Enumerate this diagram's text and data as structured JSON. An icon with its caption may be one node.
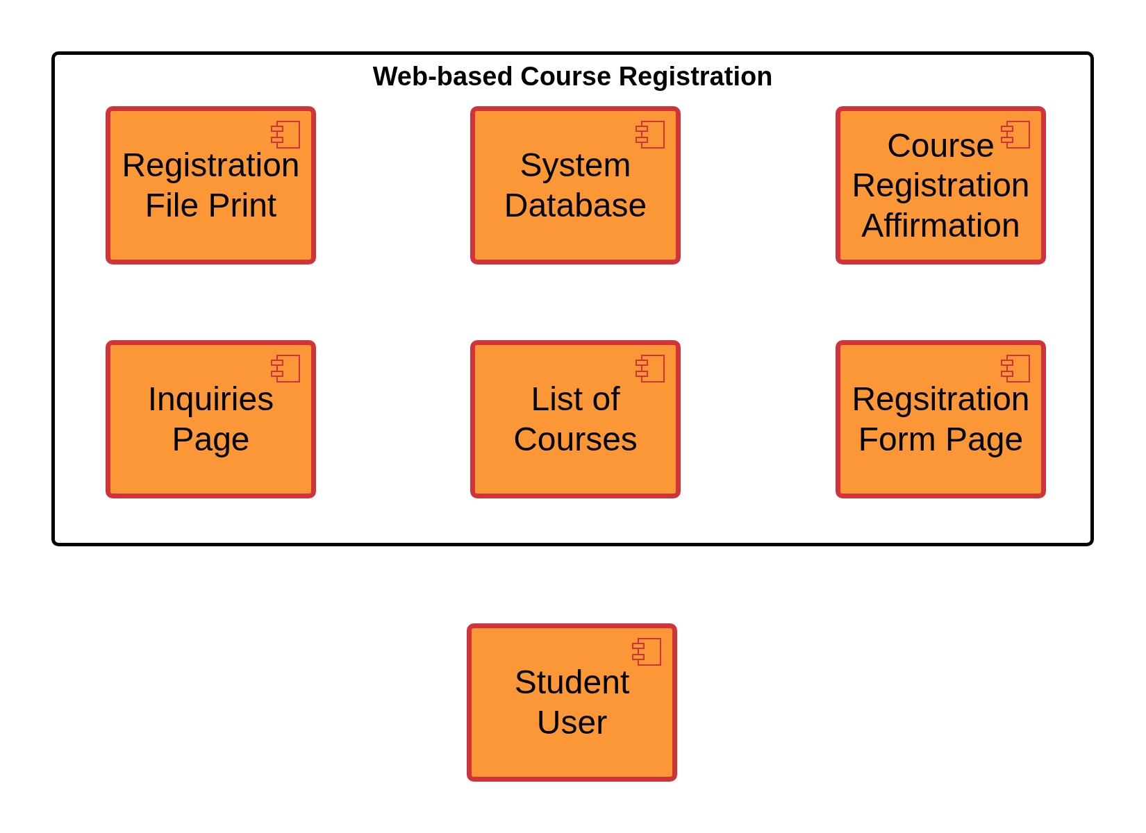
{
  "diagram": {
    "nodes": [
      {
        "text": [
          "Web-based Course Registration"
        ]
      },
      {
        "text": [
          "Registration File Print"
        ],
        "in": 0
      },
      {
        "text": [
          "System Database"
        ],
        "in": 0
      },
      {
        "text": [
          "Course Registration Affirmation"
        ],
        "in": 0
      },
      {
        "text": [
          "Inquiries Page"
        ],
        "in": 0
      },
      {
        "text": [
          "List of Courses"
        ],
        "in": 0
      },
      {
        "text": [
          "Regsitration Form Page"
        ],
        "in": 0
      },
      {
        "text": [
          "Student User"
        ]
      }
    ]
  }
}
